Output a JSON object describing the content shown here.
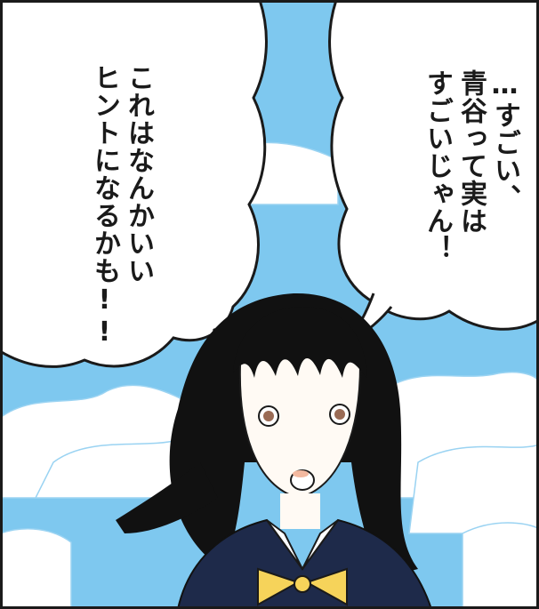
{
  "speech_bubbles": {
    "right": {
      "lines": [
        "…すごい、",
        "青谷って実は",
        "すごいじゃん！"
      ]
    },
    "left": {
      "lines": [
        "これはなんかいい",
        "ヒントになるかも!!"
      ]
    }
  },
  "colors": {
    "sky": "#7ec8ef",
    "cloud": "#ffffff",
    "hair": "#111111",
    "vest": "#1e2a4a",
    "bow": "#f6d35a",
    "skin": "#fffaf4",
    "ink": "#1a1a1a"
  }
}
